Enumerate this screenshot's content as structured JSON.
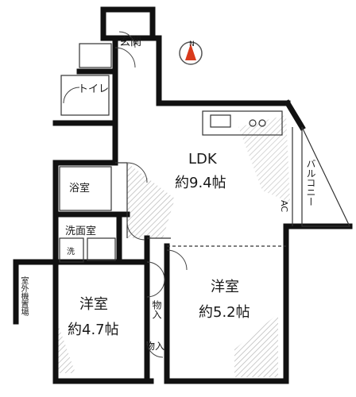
{
  "rooms": {
    "entrance": "玄関",
    "toilet": "トイレ",
    "ldk_name": "LDK",
    "ldk_area": "約9.4帖",
    "bath": "浴室",
    "washroom": "洗面室",
    "washer": "洗",
    "ac": "AC",
    "balcony": "バルコニー",
    "outdoor_storage": "室外機置場",
    "western_room_1_name": "洋室",
    "western_room_1_area": "約4.7帖",
    "western_room_2_name": "洋室",
    "western_room_2_area": "約5.2帖",
    "closet_1": "物入",
    "closet_2": "物入"
  },
  "compass": {
    "label": "N",
    "color": "#d93a1c"
  },
  "colors": {
    "wall": "#111111",
    "hatch": "#bbbbbb"
  }
}
